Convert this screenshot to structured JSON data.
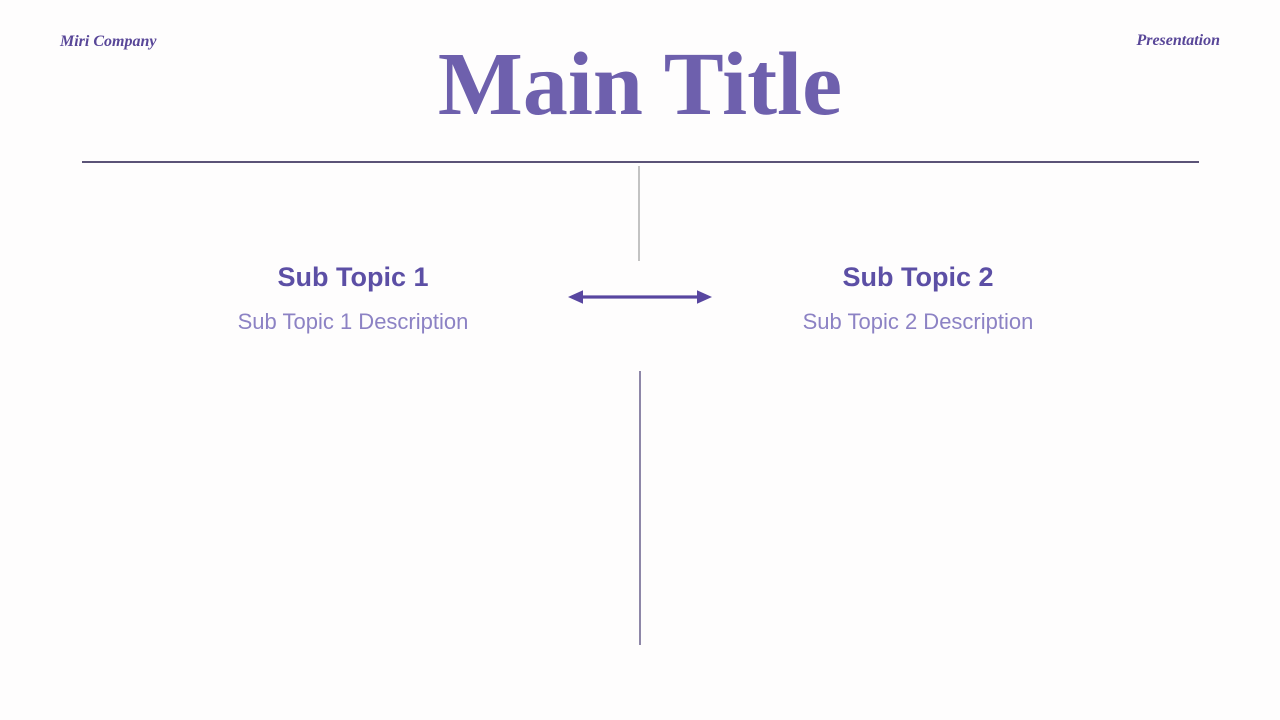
{
  "slide": {
    "brand": "Miri Company",
    "doc_type": "Presentation",
    "title": "Main Title",
    "topics": [
      {
        "heading": "Sub Topic 1",
        "description": "Sub Topic 1 Description"
      },
      {
        "heading": "Sub Topic 2",
        "description": "Sub Topic 2 Description"
      }
    ],
    "colors": {
      "background": "#fefdfd",
      "accent": "#6e60ad",
      "brand_text": "#584698",
      "heading": "#5c4fa5",
      "description": "#8c82c4",
      "divider": "#5b5377",
      "connector_gray": "#c3c3c3",
      "connector_purple": "#8e87a8",
      "arrow": "#5846a0"
    }
  }
}
